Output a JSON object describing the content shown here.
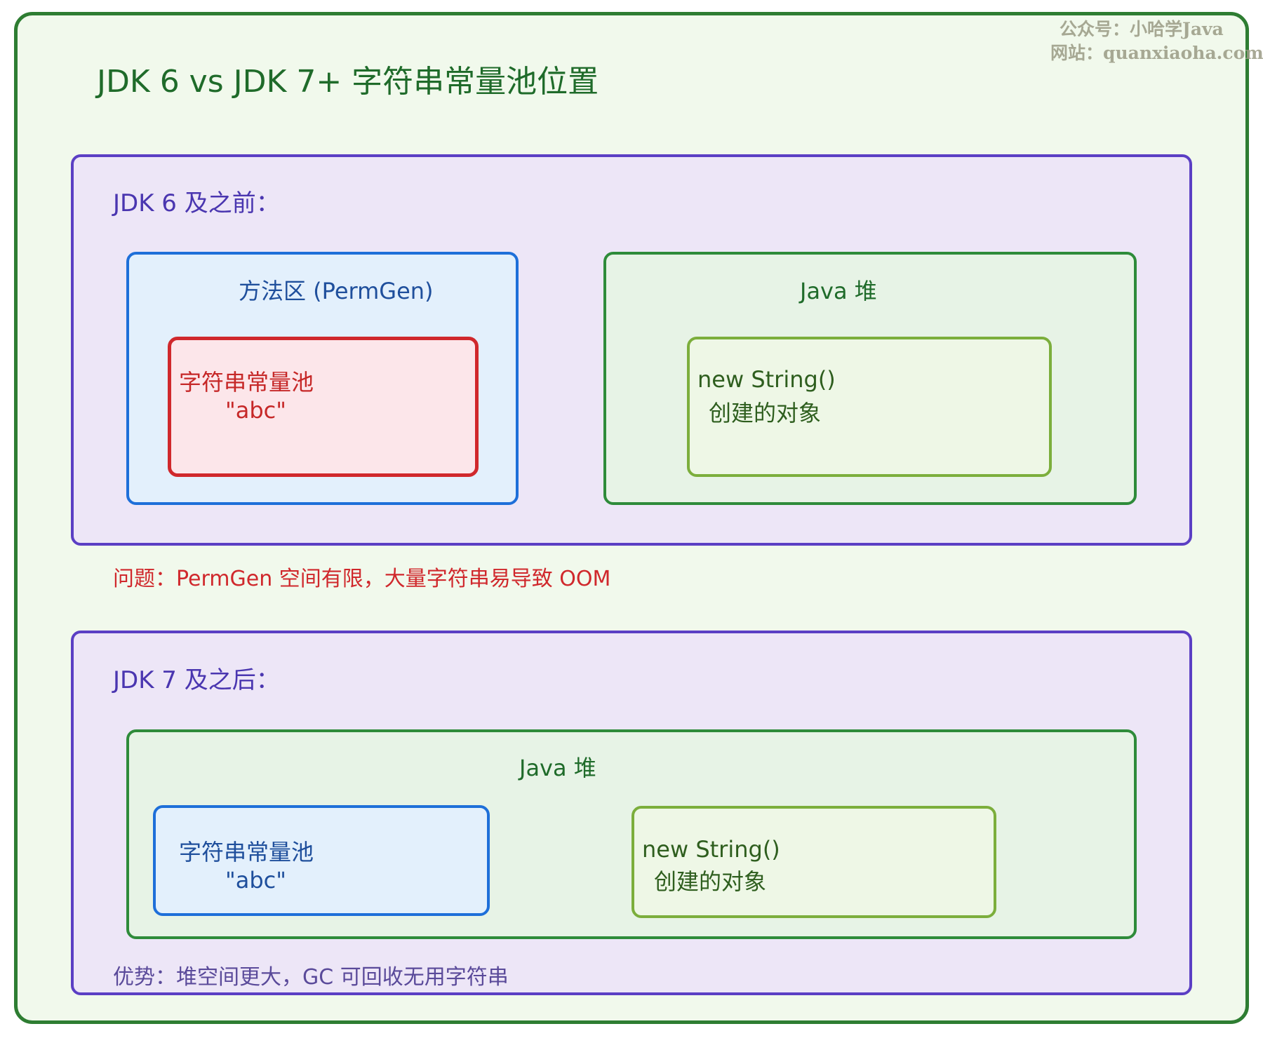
{
  "title": "JDK 6 vs JDK 7+ 字符串常量池位置",
  "watermark": {
    "line1": "公众号：小哈学Java",
    "line2": "网站：quanxiaoha.com"
  },
  "jdk6": {
    "heading": "JDK 6 及之前：",
    "method_area": {
      "title": "方法区 (PermGen)",
      "pool_title": "字符串常量池",
      "pool_value": "\"abc\""
    },
    "heap": {
      "title": "Java 堆",
      "obj_line1": "new String()",
      "obj_line2": "创建的对象"
    },
    "note": "问题：PermGen 空间有限，大量字符串易导致 OOM"
  },
  "jdk7": {
    "heading": "JDK 7 及之后：",
    "heap": {
      "title": "Java 堆",
      "pool_title": "字符串常量池",
      "pool_value": "\"abc\"",
      "obj_line1": "new String()",
      "obj_line2": "创建的对象"
    },
    "note": "优势：堆空间更大，GC 可回收无用字符串"
  }
}
